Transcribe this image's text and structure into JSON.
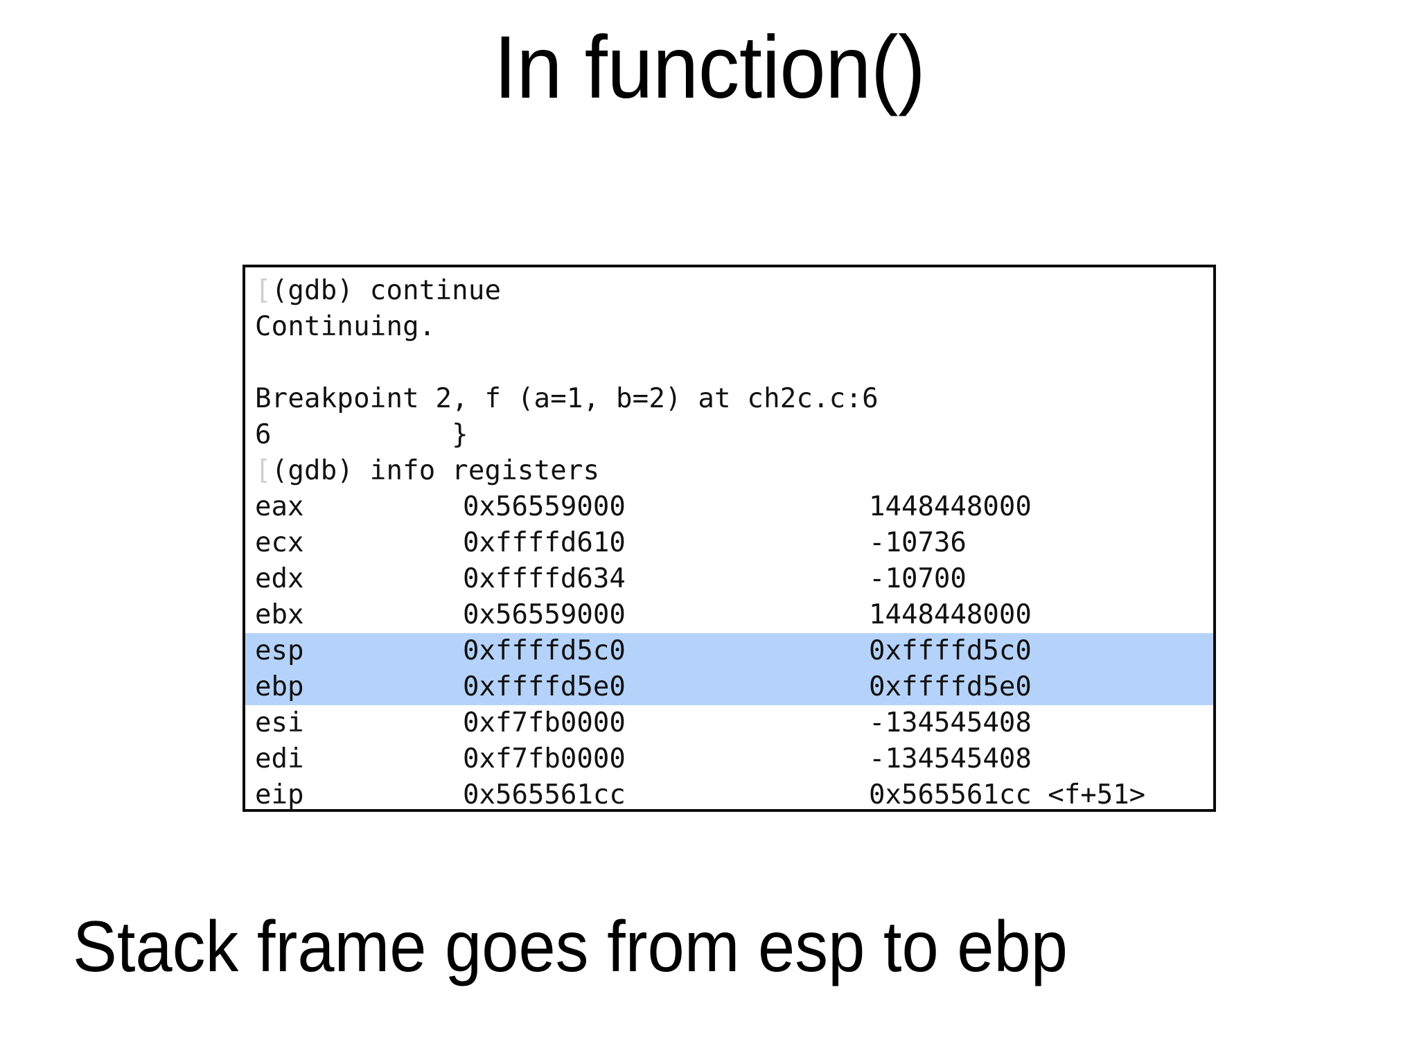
{
  "slide": {
    "title": "In function()",
    "caption": "Stack frame goes from esp to ebp"
  },
  "terminal": {
    "prompt_marker": "[",
    "lines": [
      {
        "kind": "text",
        "text": "(gdb) continue",
        "marker": true
      },
      {
        "kind": "text",
        "text": "Continuing.",
        "marker": false
      },
      {
        "kind": "blank",
        "text": ""
      },
      {
        "kind": "text",
        "text": "Breakpoint 2, f (a=1, b=2) at ch2c.c:6",
        "marker": false
      },
      {
        "kind": "text",
        "text": "6           }",
        "marker": false
      },
      {
        "kind": "text",
        "text": "(gdb) info registers",
        "marker": true
      }
    ],
    "registers": [
      {
        "name": "eax",
        "hex": "0x56559000",
        "dec": "1448448000",
        "highlight": false
      },
      {
        "name": "ecx",
        "hex": "0xffffd610",
        "dec": "-10736",
        "highlight": false
      },
      {
        "name": "edx",
        "hex": "0xffffd634",
        "dec": "-10700",
        "highlight": false
      },
      {
        "name": "ebx",
        "hex": "0x56559000",
        "dec": "1448448000",
        "highlight": false
      },
      {
        "name": "esp",
        "hex": "0xffffd5c0",
        "dec": "0xffffd5c0",
        "highlight": true
      },
      {
        "name": "ebp",
        "hex": "0xffffd5e0",
        "dec": "0xffffd5e0",
        "highlight": true
      },
      {
        "name": "esi",
        "hex": "0xf7fb0000",
        "dec": "-134545408",
        "highlight": false
      },
      {
        "name": "edi",
        "hex": "0xf7fb0000",
        "dec": "-134545408",
        "highlight": false
      },
      {
        "name": "eip",
        "hex": "0x565561cc",
        "dec": "0x565561cc <f+51>",
        "highlight": false
      }
    ],
    "highlight_color": "#b5d3fa",
    "border_color": "#0b0b0b",
    "text_color": "#111111",
    "background_color": "#ffffff"
  }
}
